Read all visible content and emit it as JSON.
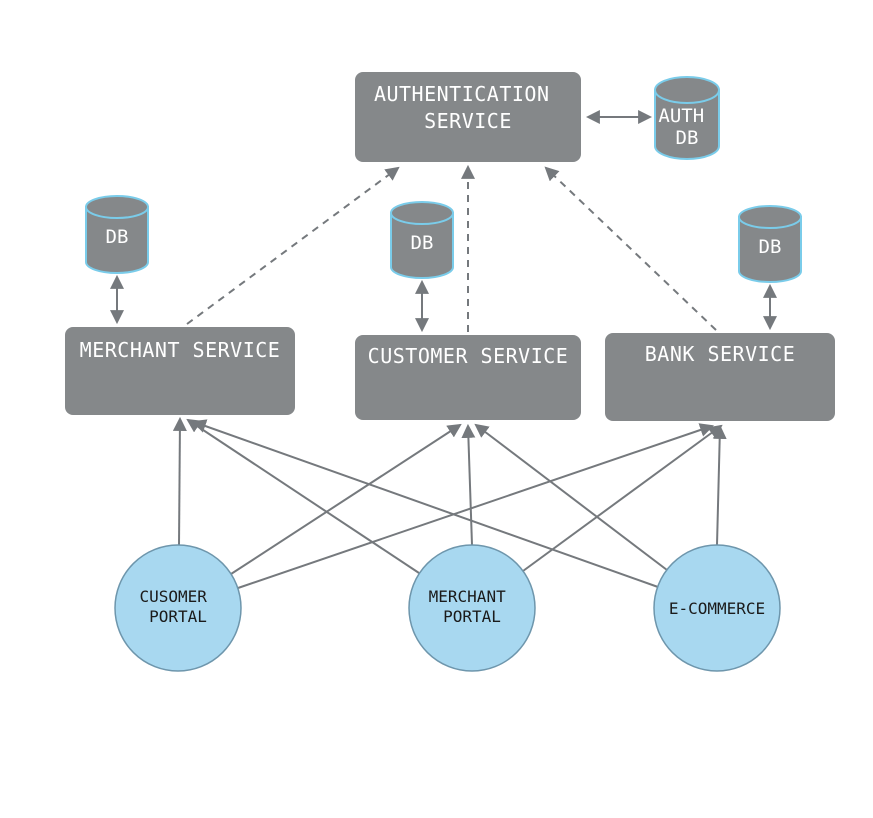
{
  "diagram": {
    "type": "architecture-diagram",
    "colors": {
      "node_gray": "#85888a",
      "node_text": "#ffffff",
      "cylinder_stroke": "#7accea",
      "portal_fill": "#a8d8f0",
      "portal_stroke": "#6e96ac",
      "portal_text": "#1b1b1b",
      "arrow": "#75797d",
      "background": "#ffffff"
    },
    "nodes": {
      "authentication_service": {
        "type": "box",
        "lines": [
          "AUTHENTICATION",
          "SERVICE"
        ]
      },
      "auth_db": {
        "type": "cylinder",
        "lines": [
          "AUTH",
          "DB"
        ]
      },
      "merchant_db": {
        "type": "cylinder",
        "lines": [
          "DB"
        ]
      },
      "customer_db": {
        "type": "cylinder",
        "lines": [
          "DB"
        ]
      },
      "bank_db": {
        "type": "cylinder",
        "lines": [
          "DB"
        ]
      },
      "merchant_service": {
        "type": "box",
        "lines": [
          "MERCHANT SERVICE"
        ]
      },
      "customer_service": {
        "type": "box",
        "lines": [
          "CUSTOMER SERVICE"
        ]
      },
      "bank_service": {
        "type": "box",
        "lines": [
          "BANK SERVICE"
        ]
      },
      "customer_portal": {
        "type": "circle",
        "lines": [
          "CUSOMER",
          "PORTAL"
        ]
      },
      "merchant_portal": {
        "type": "circle",
        "lines": [
          "MERCHANT",
          "PORTAL"
        ]
      },
      "ecommerce": {
        "type": "circle",
        "lines": [
          "E-COMMERCE"
        ]
      }
    },
    "edges": [
      {
        "from": "authentication_service",
        "to": "auth_db",
        "style": "solid",
        "arrows": "both"
      },
      {
        "from": "merchant_db",
        "to": "merchant_service",
        "style": "solid",
        "arrows": "both"
      },
      {
        "from": "customer_db",
        "to": "customer_service",
        "style": "solid",
        "arrows": "both"
      },
      {
        "from": "bank_db",
        "to": "bank_service",
        "style": "solid",
        "arrows": "both"
      },
      {
        "from": "merchant_service",
        "to": "authentication_service",
        "style": "dashed",
        "arrows": "end"
      },
      {
        "from": "customer_service",
        "to": "authentication_service",
        "style": "dashed",
        "arrows": "end"
      },
      {
        "from": "bank_service",
        "to": "authentication_service",
        "style": "dashed",
        "arrows": "end"
      },
      {
        "from": "customer_portal",
        "to": "merchant_service",
        "style": "solid",
        "arrows": "end"
      },
      {
        "from": "customer_portal",
        "to": "customer_service",
        "style": "solid",
        "arrows": "end"
      },
      {
        "from": "customer_portal",
        "to": "bank_service",
        "style": "solid",
        "arrows": "end"
      },
      {
        "from": "merchant_portal",
        "to": "merchant_service",
        "style": "solid",
        "arrows": "end"
      },
      {
        "from": "merchant_portal",
        "to": "customer_service",
        "style": "solid",
        "arrows": "end"
      },
      {
        "from": "merchant_portal",
        "to": "bank_service",
        "style": "solid",
        "arrows": "end"
      },
      {
        "from": "ecommerce",
        "to": "merchant_service",
        "style": "solid",
        "arrows": "end"
      },
      {
        "from": "ecommerce",
        "to": "customer_service",
        "style": "solid",
        "arrows": "end"
      },
      {
        "from": "ecommerce",
        "to": "bank_service",
        "style": "solid",
        "arrows": "end"
      }
    ]
  }
}
